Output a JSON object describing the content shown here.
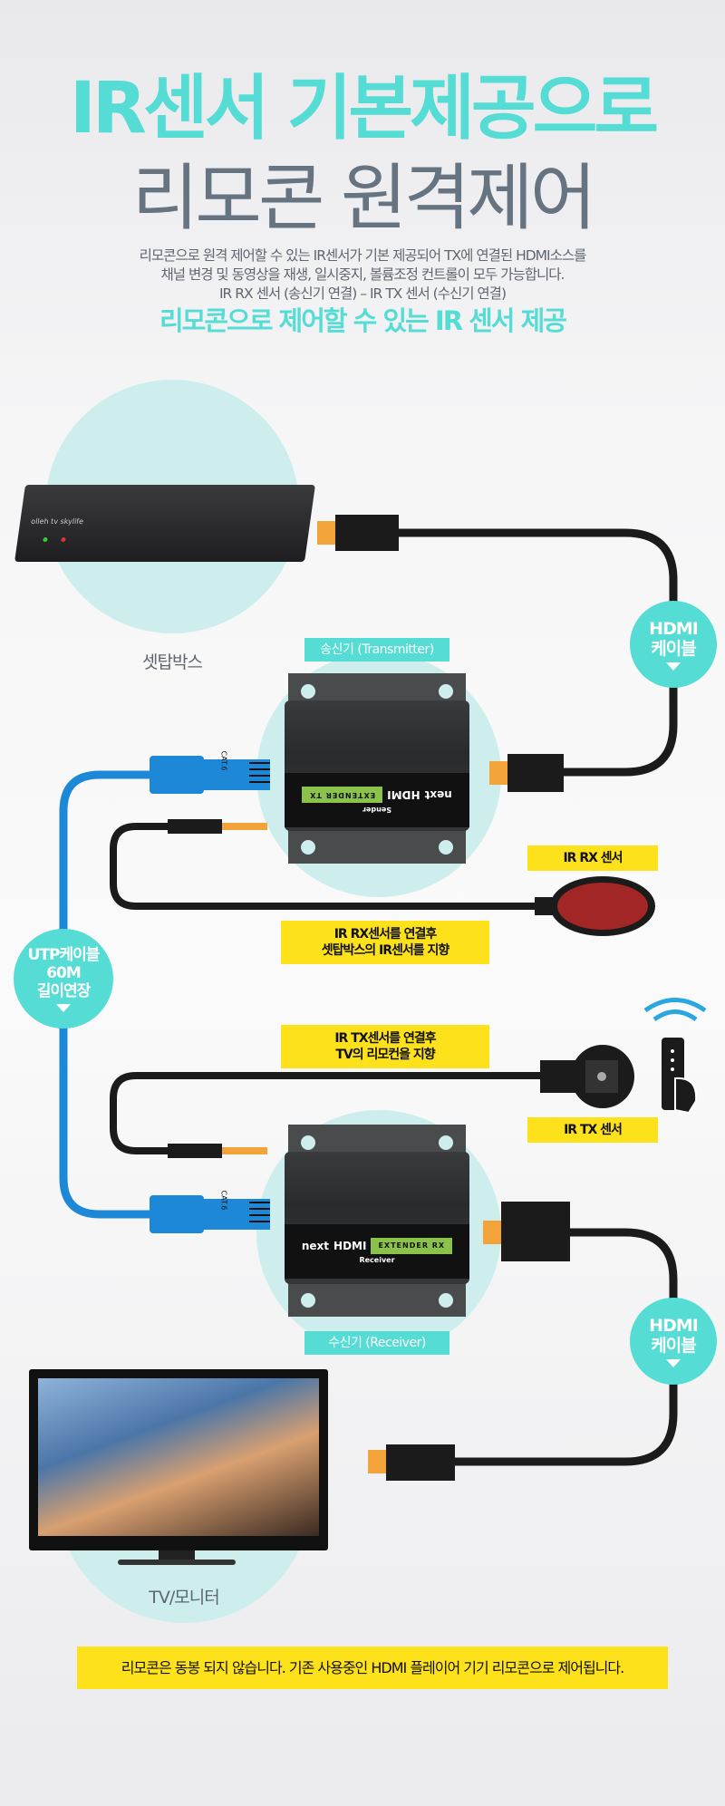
{
  "header": {
    "title_line1": "IR센서 기본제공으로",
    "title_line2": "리모콘 원격제어",
    "description": [
      "리모콘으로 원격 제어할 수 있는 IR센서가 기본 제공되어 TX에 연결된 HDMI소스를",
      "채널 변경 및 동영상을 재생, 일시중지, 볼륨조정 컨트롤이 모두 가능합니다.",
      "IR RX 센서 (송신기 연결) – IR TX 센서 (수신기 연결)"
    ],
    "subtitle": "리모콘으로 제어할 수 있는 IR 센서 제공"
  },
  "diagram": {
    "settopbox_label": "셋탑박스",
    "settopbox_brand": "olleh tv skylife",
    "tv_label": "TV/모니터",
    "transmitter_label": "송신기 (Transmitter)",
    "receiver_label": "수신기 (Receiver)",
    "device_brand": "next",
    "transmitter_strip": {
      "hdmi": "HDMI",
      "model": "EXTENDER TX",
      "role": "Sender"
    },
    "receiver_strip": {
      "hdmi": "HDMI",
      "model": "EXTENDER RX",
      "role": "Receiver"
    },
    "hdmi_bubble": [
      "HDMI",
      "케이블"
    ],
    "utp_bubble": [
      "UTP케이블",
      "60M",
      "길이연장"
    ],
    "cat_label": "CAT.6",
    "ir_rx_label": "IR RX 센서",
    "ir_tx_label": "IR TX 센서",
    "ir_rx_callout": [
      "IR RX센서를 연결후",
      "셋탑박스의 IR센서를 지향"
    ],
    "ir_tx_callout": [
      "IR TX센서를 연결후",
      "TV의 리모컨을 지향"
    ]
  },
  "footer": {
    "note": "리모콘은 동봉 되지 않습니다. 기존 사용중인 HDMI 플레이어 기기 리모콘으로 제어됩니다."
  },
  "colors": {
    "accent": "#55dcd4",
    "yellow": "#fde21b",
    "gray": "#667380",
    "utp": "#1e88d8"
  }
}
